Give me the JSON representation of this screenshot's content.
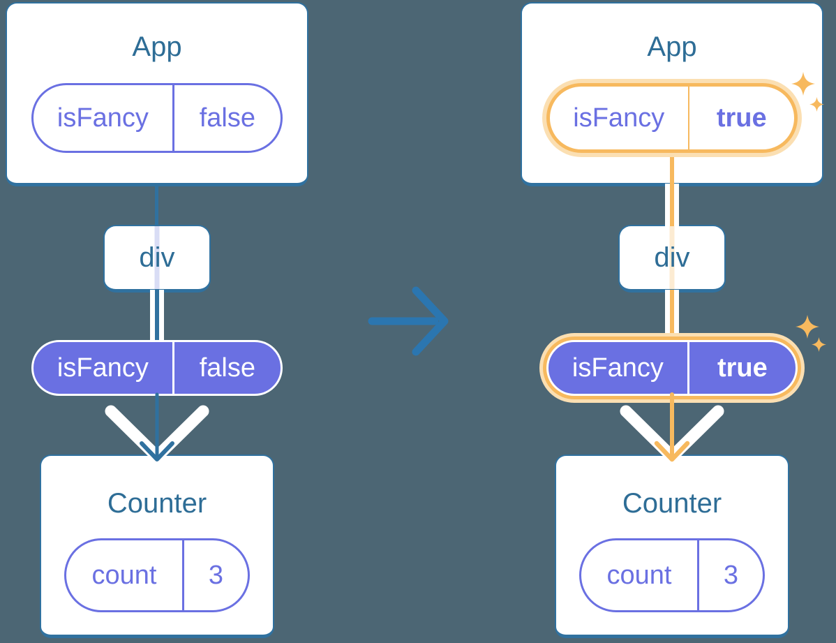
{
  "colors": {
    "background": "#4C6674",
    "card": "#FFFFFF",
    "teal": "#30719F",
    "teal_text": "#2E6D96",
    "arrow_blue": "#2B76B0",
    "purple": "#6A70E2",
    "orange": "#F7B95E",
    "peach": "#FBDFB2",
    "stripe_lavender": "#D9DDF5",
    "stripe_peach": "#FCEBD2"
  },
  "icons": {
    "transition_arrow": "→",
    "sparkle": "✦"
  },
  "before": {
    "app_title": "App",
    "app_state_key": "isFancy",
    "app_state_value": "false",
    "div_label": "div",
    "prop_key": "isFancy",
    "prop_value": "false",
    "counter_title": "Counter",
    "counter_state_key": "count",
    "counter_state_value": "3"
  },
  "after": {
    "app_title": "App",
    "app_state_key": "isFancy",
    "app_state_value": "true",
    "div_label": "div",
    "prop_key": "isFancy",
    "prop_value": "true",
    "counter_title": "Counter",
    "counter_state_key": "count",
    "counter_state_value": "3"
  }
}
